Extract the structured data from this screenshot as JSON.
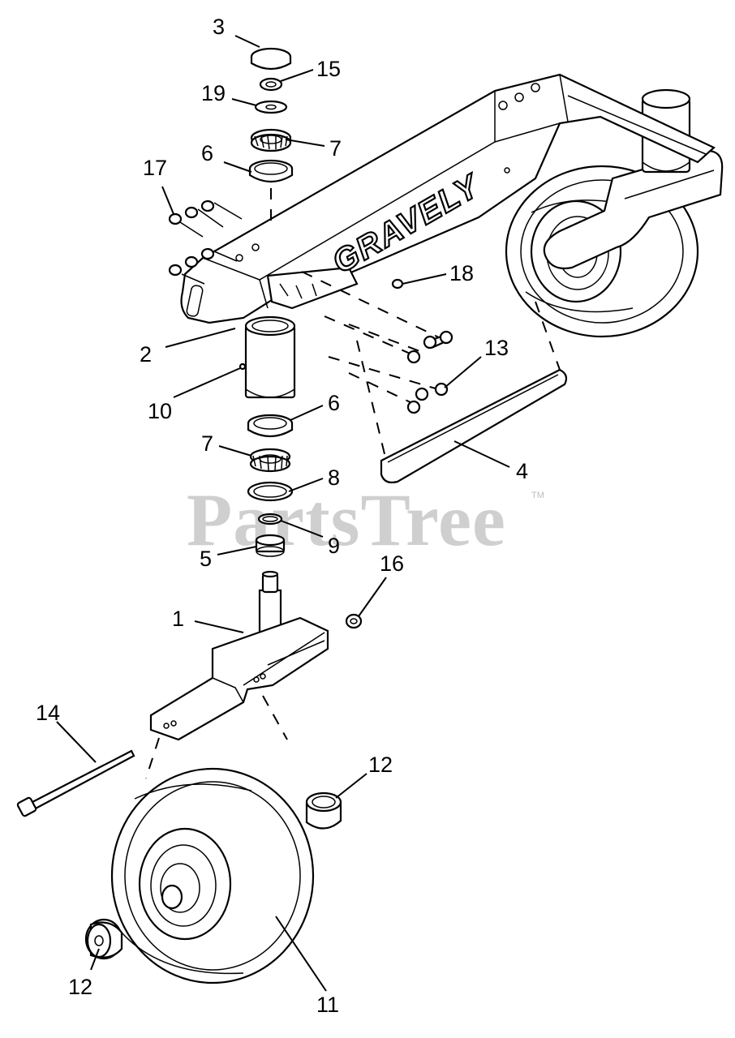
{
  "watermark": {
    "text": "PartsTree",
    "trademark": "TM"
  },
  "brand_logo": "GRAVELY",
  "callouts": [
    {
      "key": "c3",
      "number": "3"
    },
    {
      "key": "c15",
      "number": "15"
    },
    {
      "key": "c19",
      "number": "19"
    },
    {
      "key": "c7a",
      "number": "7"
    },
    {
      "key": "c6a",
      "number": "6"
    },
    {
      "key": "c17",
      "number": "17"
    },
    {
      "key": "c18",
      "number": "18"
    },
    {
      "key": "c2",
      "number": "2"
    },
    {
      "key": "c13",
      "number": "13"
    },
    {
      "key": "c10",
      "number": "10"
    },
    {
      "key": "c6b",
      "number": "6"
    },
    {
      "key": "c7b",
      "number": "7"
    },
    {
      "key": "c4",
      "number": "4"
    },
    {
      "key": "c8",
      "number": "8"
    },
    {
      "key": "c9",
      "number": "9"
    },
    {
      "key": "c5",
      "number": "5"
    },
    {
      "key": "c16",
      "number": "16"
    },
    {
      "key": "c1",
      "number": "1"
    },
    {
      "key": "c14",
      "number": "14"
    },
    {
      "key": "c12a",
      "number": "12"
    },
    {
      "key": "c12b",
      "number": "12"
    },
    {
      "key": "c11",
      "number": "11"
    }
  ]
}
